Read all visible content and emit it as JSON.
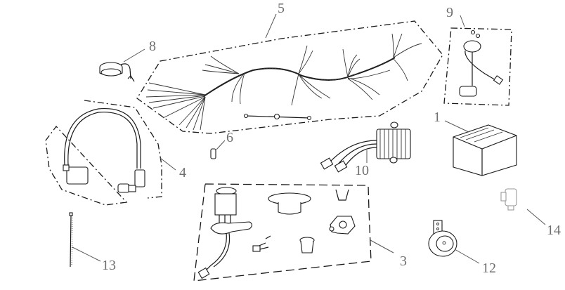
{
  "diagram": {
    "type": "exploded-parts-diagram",
    "subject": "electrical components",
    "callouts": [
      {
        "id": "1",
        "label": "1",
        "part": "battery"
      },
      {
        "id": "3",
        "label": "3",
        "part": "ignition switch / lock set"
      },
      {
        "id": "4",
        "label": "4",
        "part": "ignition coil with spark plug cap"
      },
      {
        "id": "5",
        "label": "5",
        "part": "main wiring harness"
      },
      {
        "id": "6",
        "label": "6",
        "part": "fuse"
      },
      {
        "id": "8",
        "label": "8",
        "part": "flasher relay"
      },
      {
        "id": "9",
        "label": "9",
        "part": "fuel level sensor"
      },
      {
        "id": "10",
        "label": "10",
        "part": "voltage regulator / rectifier"
      },
      {
        "id": "12",
        "label": "12",
        "part": "horn"
      },
      {
        "id": "13",
        "label": "13",
        "part": "cable tie"
      },
      {
        "id": "14",
        "label": "14",
        "part": "starter relay"
      }
    ]
  }
}
